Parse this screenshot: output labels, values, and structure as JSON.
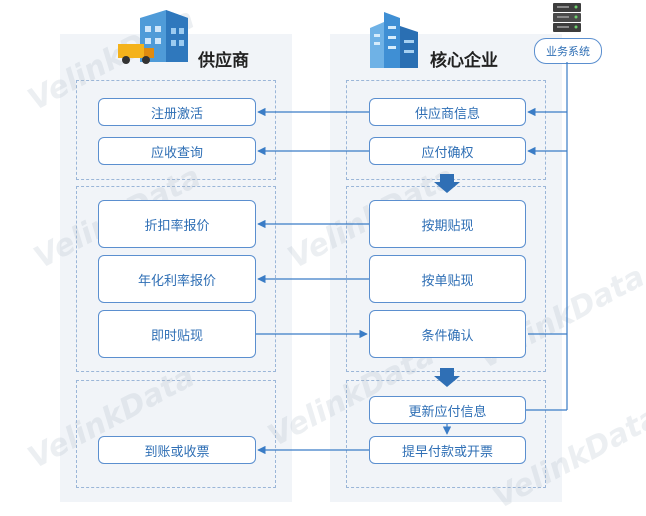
{
  "header": {
    "supplier_title": "供应商",
    "core_title": "核心企业",
    "system_label": "业务系统"
  },
  "supplier": {
    "register": "注册激活",
    "receivable_query": "应收查询",
    "discount_quote": "折扣率报价",
    "annual_rate_quote": "年化利率报价",
    "instant_discount": "即时贴现",
    "received_or_invoice": "到账或收票"
  },
  "core": {
    "supplier_info": "供应商信息",
    "payable_confirm": "应付确权",
    "term_discount": "按期贴现",
    "bill_discount": "按单贴现",
    "condition_confirm": "条件确认",
    "update_payable": "更新应付信息",
    "early_pay_invoice": "提早付款或开票"
  },
  "watermark": "VelinkData",
  "colors": {
    "accent": "#2f6fb5",
    "arrow": "#3a7cc6",
    "panel": "#f1f4f8",
    "border": "#5b8fcf"
  }
}
